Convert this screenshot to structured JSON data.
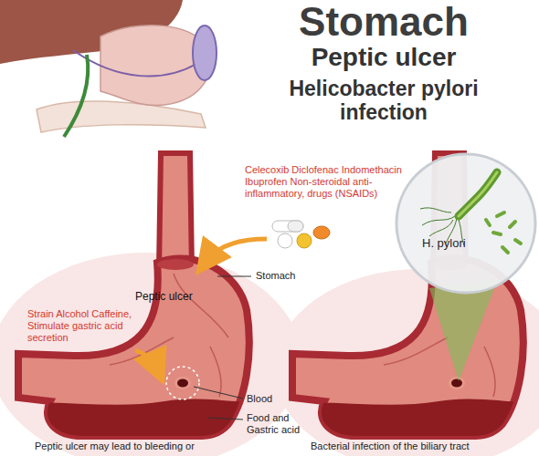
{
  "diagram": {
    "title": "Stomach",
    "nodes": [
      {
        "text": [
          "H. pylori"
        ]
      }
    ],
    "labels": [
      "Peptic ulcer",
      "Helicobacter pylori infection",
      "Celecoxib Diclofenac Indomethacin Ibuprofen Non-steroidal anti-inflammatory, drugs (NSAIDs)",
      "Stomach",
      "Peptic ulcer",
      "Strain Alcohol Caffeine, Stimulate gastric acid secretion",
      "Blood",
      "Food and Gastric acid",
      "Peptic ulcer may lead to bleeding or",
      "Bacterial infection of the biliary tract"
    ]
  }
}
